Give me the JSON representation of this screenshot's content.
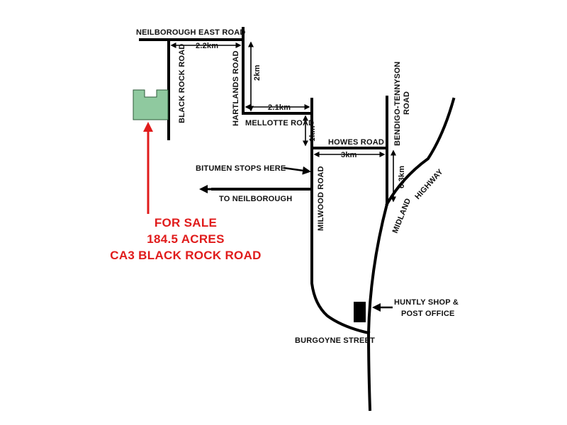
{
  "colors": {
    "road": "#000000",
    "sale": "#e01b1b",
    "property_fill": "#8fc99f",
    "property_stroke": "#2e5a3a",
    "shop": "#000000"
  },
  "roads": {
    "neilborough_east": "NEILBOROUGH EAST ROAD",
    "black_rock": "BLACK ROCK ROAD",
    "hartlands": "HARTLANDS ROAD",
    "mellotte": "MELLOTTE ROAD",
    "howes": "HOWES ROAD",
    "bendigo_tennyson_1": "BENDIGO-TENNYSON",
    "bendigo_tennyson_2": "ROAD",
    "milwood": "MILWOOD ROAD",
    "midland": "MIDLAND",
    "highway": "HIGHWAY",
    "burgoyne": "BURGOYNE STREET",
    "to_neilborough": "TO NEILBOROUGH"
  },
  "distances": {
    "d_2_2": "2.2km",
    "d_2": "2km",
    "d_2_1": "2.1km",
    "d_1": "1km",
    "d_3": "3km",
    "d_6_3": "6.3km"
  },
  "annotations": {
    "bitumen": "BITUMEN STOPS HERE",
    "shop_1": "HUNTLY SHOP &",
    "shop_2": "POST OFFICE"
  },
  "sale": {
    "line1": "FOR SALE",
    "line2": "184.5 ACRES",
    "line3": "CA3 BLACK ROCK ROAD"
  }
}
